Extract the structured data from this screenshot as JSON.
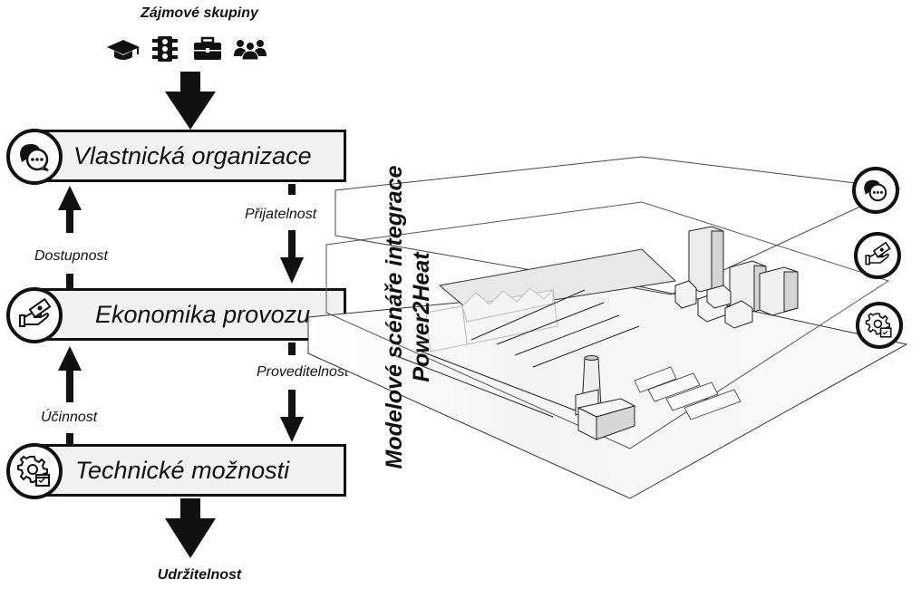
{
  "stakeholders": {
    "title": "Zájmové skupiny",
    "icons": [
      "graduation-cap-icon",
      "traffic-light-icon",
      "briefcase-icon",
      "people-group-icon"
    ]
  },
  "layers": [
    {
      "label": "Vlastnická organizace",
      "icon": "chat-bubbles-icon"
    },
    {
      "label": "Ekonomika provozu",
      "icon": "hand-money-icon"
    },
    {
      "label": "Technické možnosti",
      "icon": "gear-checklist-icon"
    }
  ],
  "flows": {
    "up_1": "Dostupnost",
    "down_1": "Přijatelnost",
    "up_2": "Účinnost",
    "down_2": "Proveditelnost",
    "output": "Udržitelnost"
  },
  "side_title": {
    "line1": "Modelové scénáře integrace",
    "line2": "Power2Heat"
  },
  "colors": {
    "ink": "#111111",
    "box_fill": "#f1f1f1",
    "plane_fill": "#f3f3f3"
  }
}
